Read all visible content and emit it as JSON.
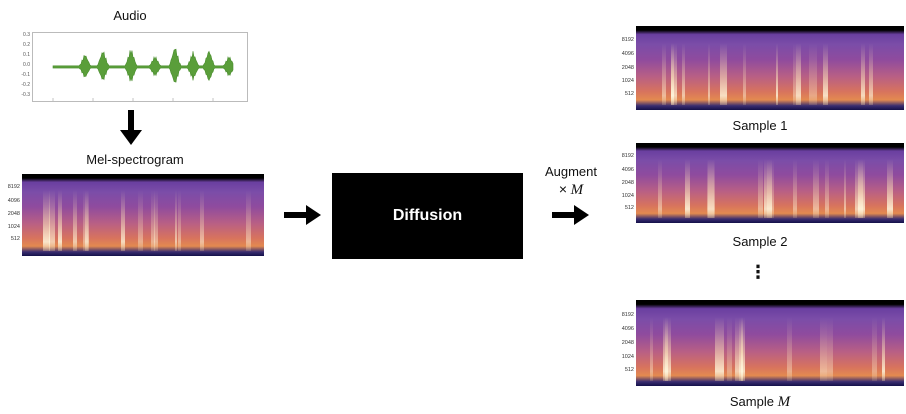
{
  "audio": {
    "label": "Audio",
    "yticks": [
      "0.3",
      "0.2",
      "0.1",
      "0.0",
      "-0.1",
      "-0.2",
      "-0.3"
    ]
  },
  "mel": {
    "label": "Mel-spectrogram",
    "freq_ticks": [
      "8192",
      "4096",
      "2048",
      "1024",
      "512"
    ]
  },
  "diffusion": {
    "label": "Diffusion"
  },
  "augment": {
    "label": "Augment",
    "times": "×",
    "m": "M"
  },
  "samples": [
    {
      "label": "Sample 1"
    },
    {
      "label": "Sample 2"
    },
    {
      "label_prefix": "Sample",
      "label_m": "M"
    }
  ],
  "ellipsis": "⋮",
  "colors": {
    "waveform": "#5a9e3a",
    "block": "#000000",
    "arrow": "#000000"
  }
}
